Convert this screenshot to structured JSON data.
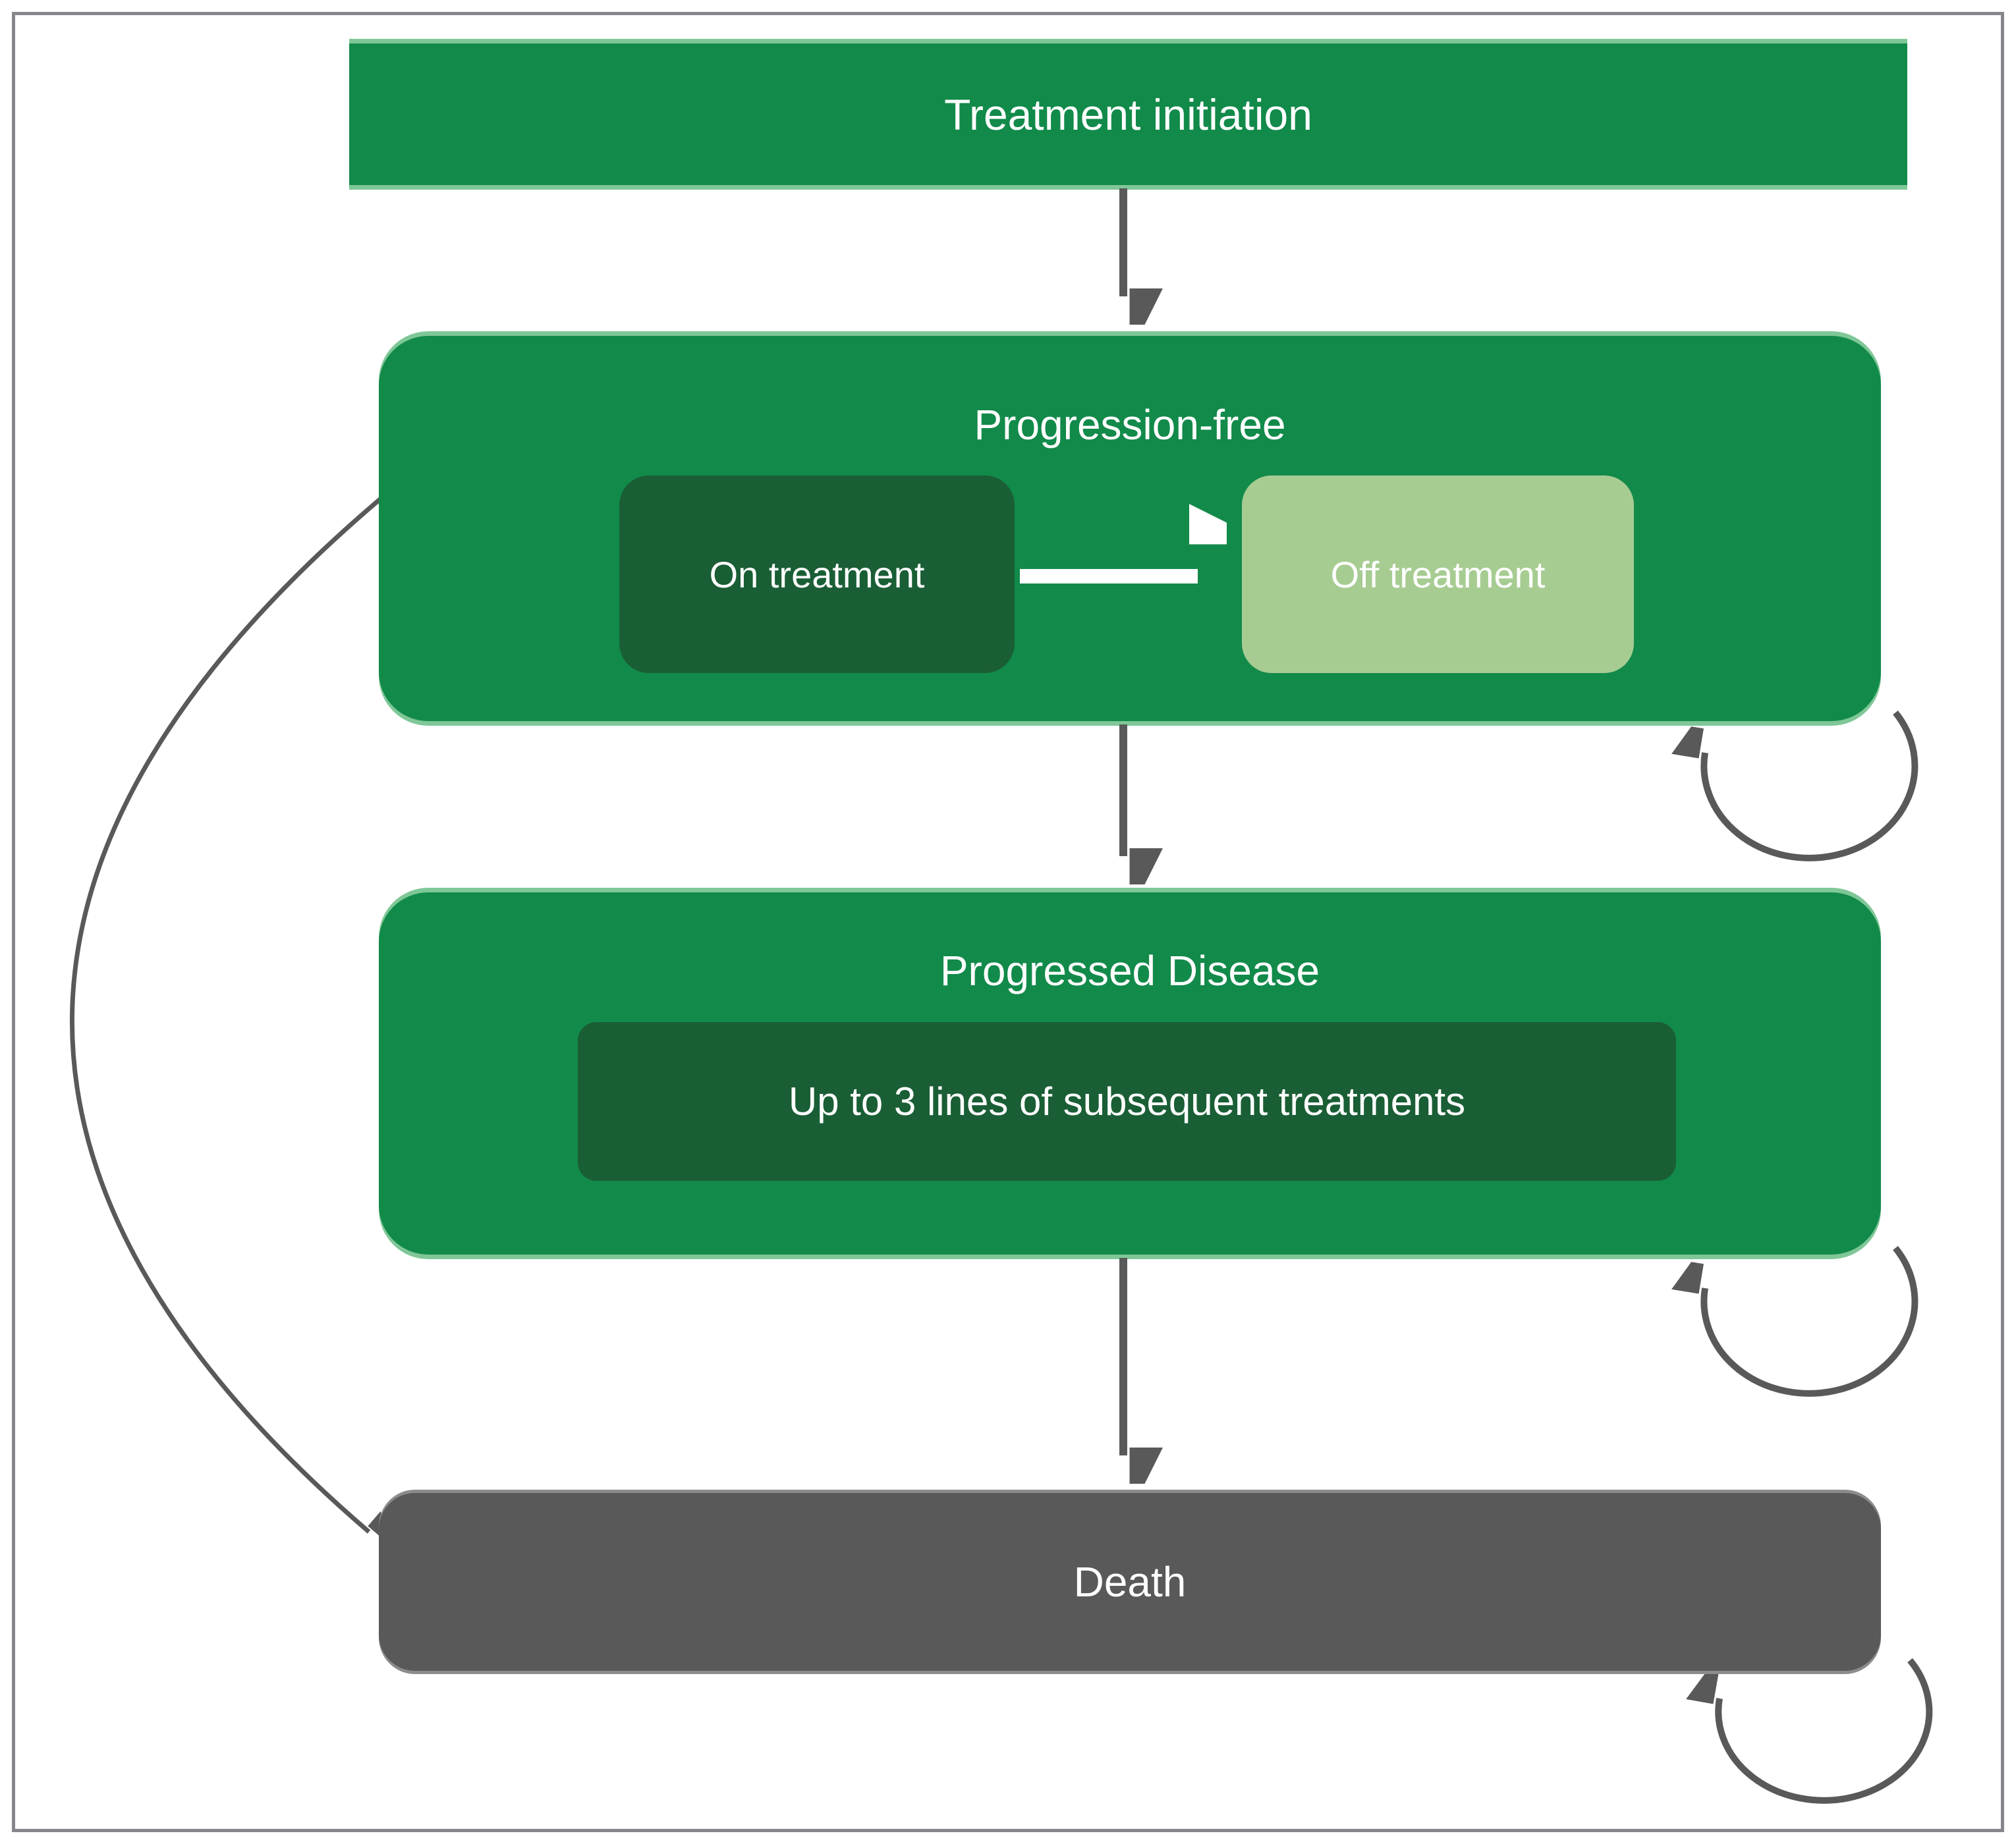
{
  "figure": {
    "title_bar": {
      "label": "Treatment initiation"
    },
    "states": {
      "progression_free": {
        "label": "Progression-free",
        "on_treatment": "On treatment",
        "off_treatment": "Off treatment"
      },
      "progressed_disease": {
        "label": "Progressed Disease",
        "subsequent_treatments": "Up to 3 lines of subsequent treatments"
      },
      "death": {
        "label": "Death"
      }
    },
    "colors": {
      "primary_green": "#128A4A",
      "dark_green": "#1A5E35",
      "light_green": "#A7CC92",
      "light_green_edge": "#7FC797",
      "death_gray": "#595959",
      "death_gray_edge": "#8C8C8C",
      "arrow_gray": "#595959",
      "frame_border": "#85878D"
    }
  }
}
